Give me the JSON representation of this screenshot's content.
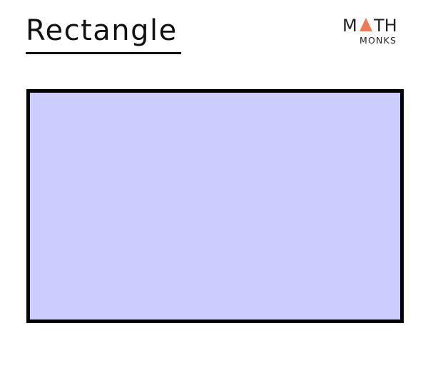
{
  "title": "Rectangle",
  "logo": {
    "line1": "MATH",
    "line1_left": "M",
    "line1_right": "TH",
    "line2": "MONKS",
    "triangle_color": "#f07a50",
    "text_color": "#222222"
  },
  "shape": {
    "kind": "rectangle",
    "fill": "#ccccff",
    "stroke": "#000000"
  }
}
